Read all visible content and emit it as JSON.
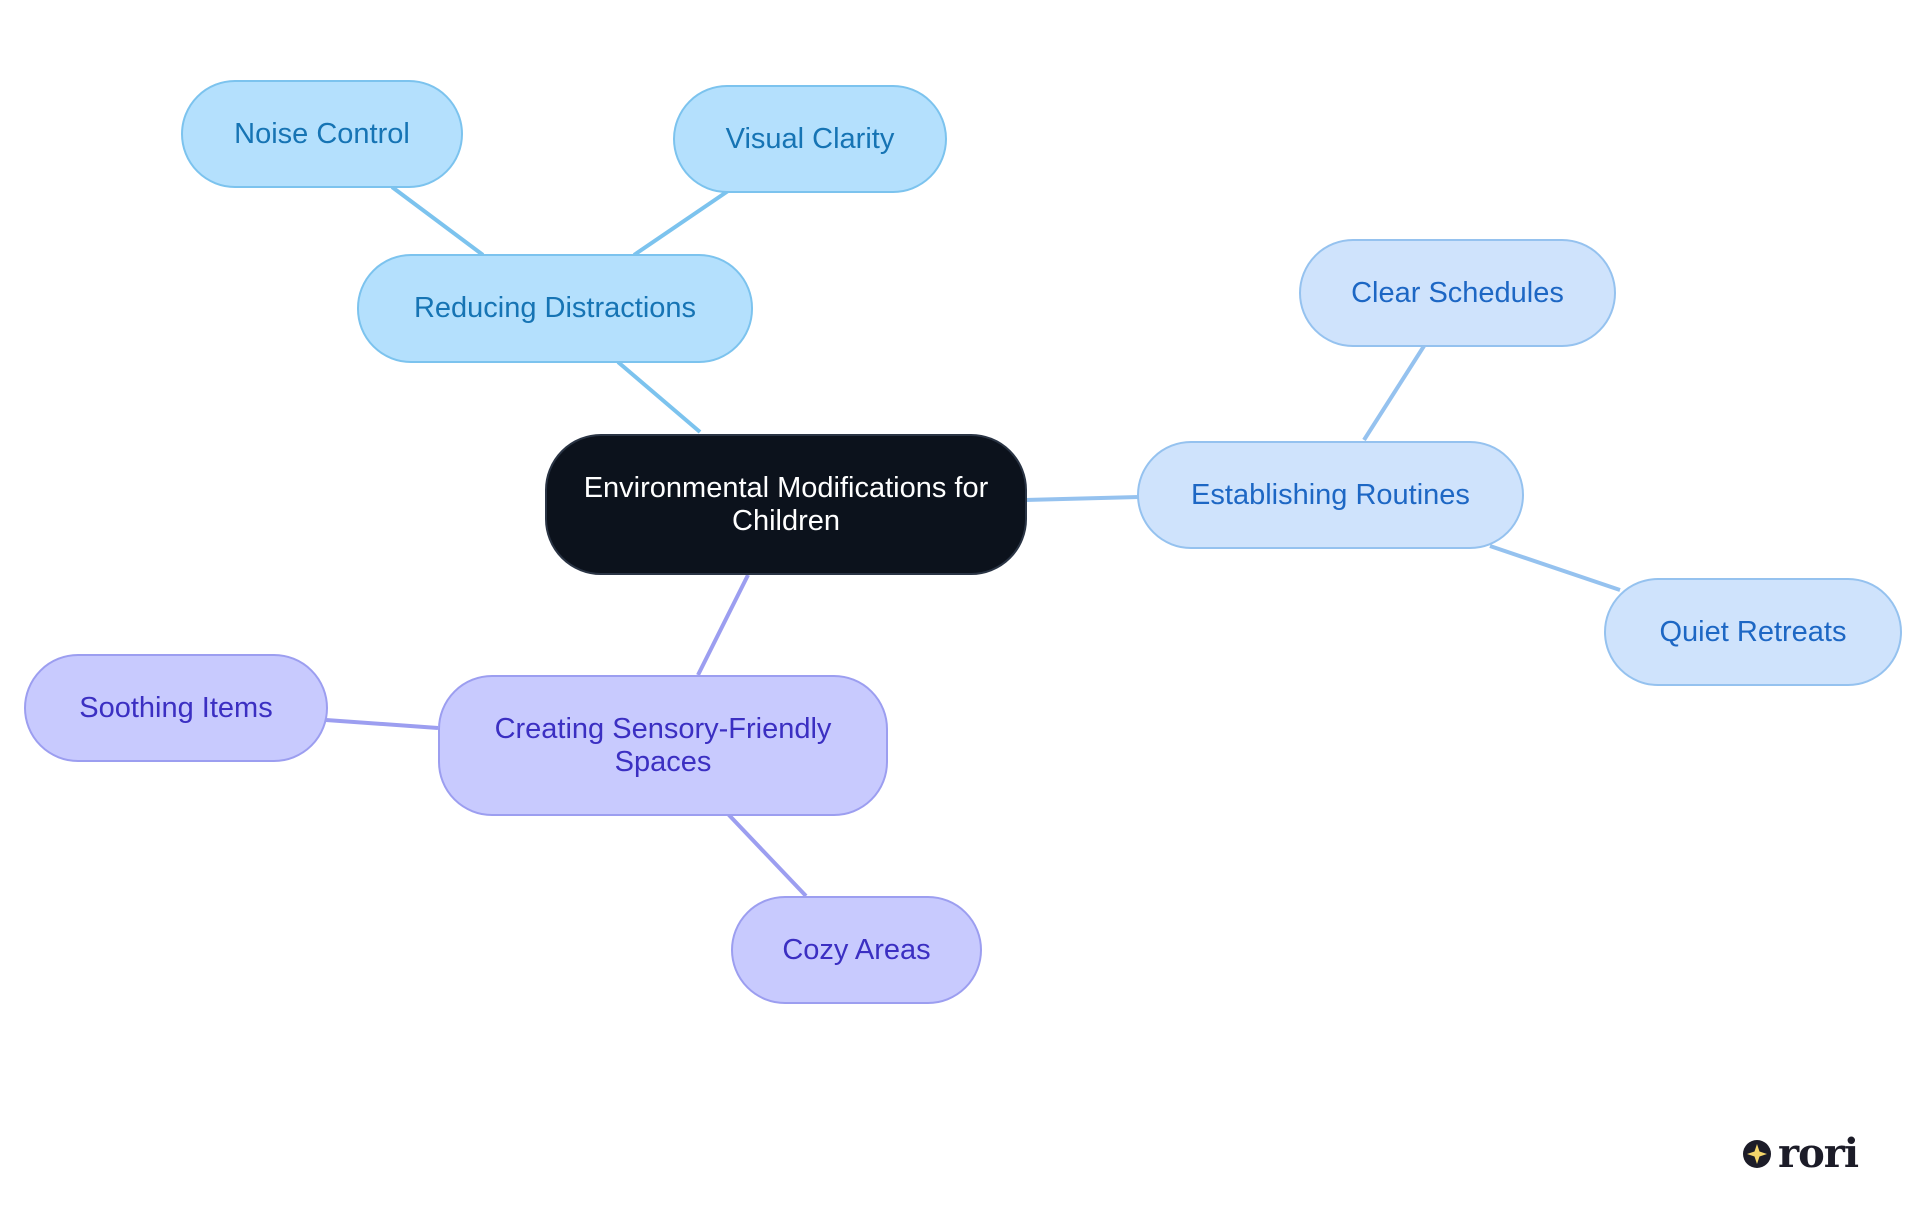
{
  "diagram": {
    "root": {
      "label": "Environmental Modifications for Children"
    },
    "branches": [
      {
        "label": "Reducing Distractions",
        "color": "#7cc3ee",
        "children": [
          "Noise Control",
          "Visual Clarity"
        ]
      },
      {
        "label": "Establishing Routines",
        "color": "#95c2ef",
        "children": [
          "Clear Schedules",
          "Quiet Retreats"
        ]
      },
      {
        "label": "Creating Sensory-Friendly Spaces",
        "color": "#9c9ef0",
        "children": [
          "Soothing Items",
          "Cozy Areas"
        ]
      }
    ]
  },
  "logo": {
    "text": "rori",
    "icon": "sparkle-star-icon"
  }
}
